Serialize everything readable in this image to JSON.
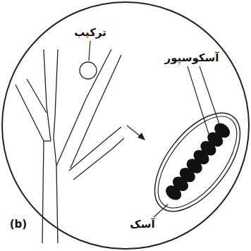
{
  "diagram": {
    "labels": [
      "ترکیب",
      "آسکوسپور",
      "آسک",
      "(b)"
    ]
  }
}
